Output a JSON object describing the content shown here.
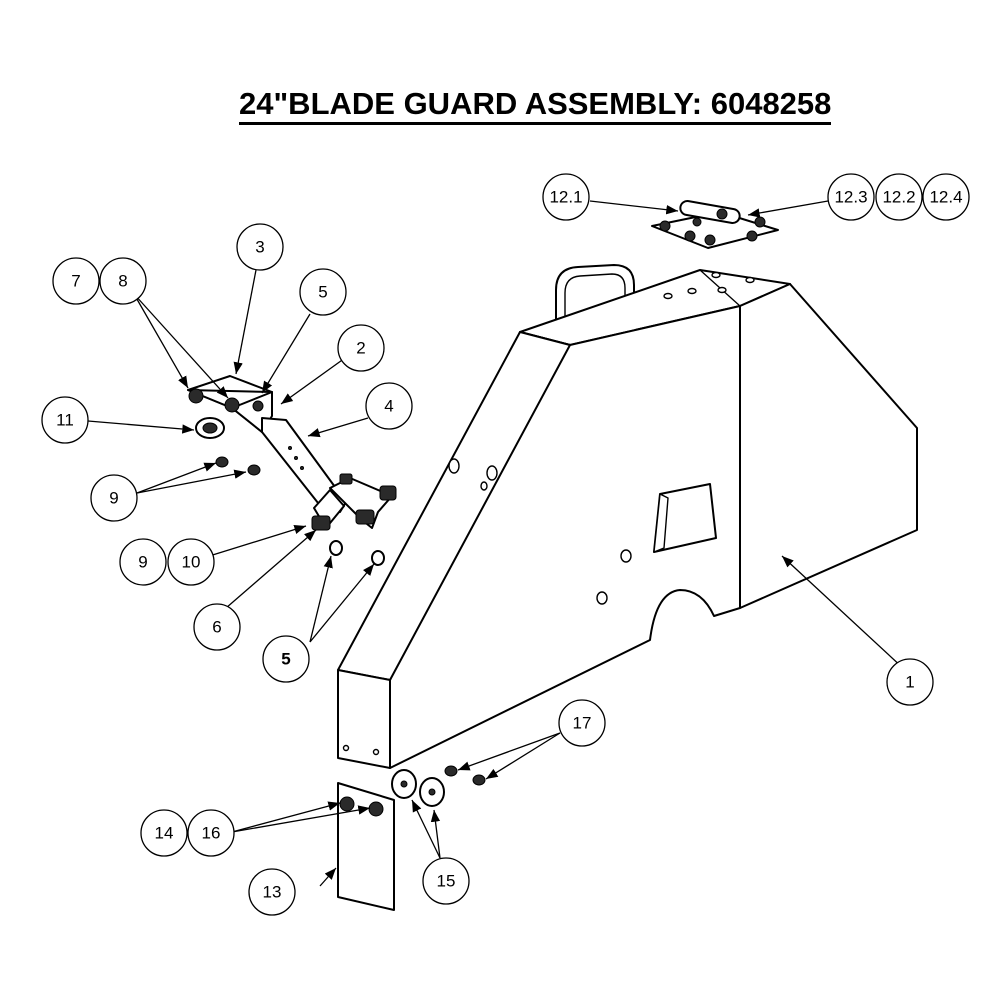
{
  "title": "24\"BLADE GUARD ASSEMBLY:  6048258",
  "callouts": [
    {
      "id": "1",
      "label": "1"
    },
    {
      "id": "2",
      "label": "2"
    },
    {
      "id": "3",
      "label": "3"
    },
    {
      "id": "4",
      "label": "4"
    },
    {
      "id": "5a",
      "label": "5"
    },
    {
      "id": "5b",
      "label": "5"
    },
    {
      "id": "6",
      "label": "6"
    },
    {
      "id": "7",
      "label": "7"
    },
    {
      "id": "8",
      "label": "8"
    },
    {
      "id": "9a",
      "label": "9"
    },
    {
      "id": "9b",
      "label": "9"
    },
    {
      "id": "10",
      "label": "10"
    },
    {
      "id": "11",
      "label": "11"
    },
    {
      "id": "12.1",
      "label": "12.1"
    },
    {
      "id": "12.3",
      "label": "12.3"
    },
    {
      "id": "12.2",
      "label": "12.2"
    },
    {
      "id": "12.4",
      "label": "12.4"
    },
    {
      "id": "13",
      "label": "13"
    },
    {
      "id": "14",
      "label": "14"
    },
    {
      "id": "15",
      "label": "15"
    },
    {
      "id": "16",
      "label": "16"
    },
    {
      "id": "17",
      "label": "17"
    }
  ]
}
